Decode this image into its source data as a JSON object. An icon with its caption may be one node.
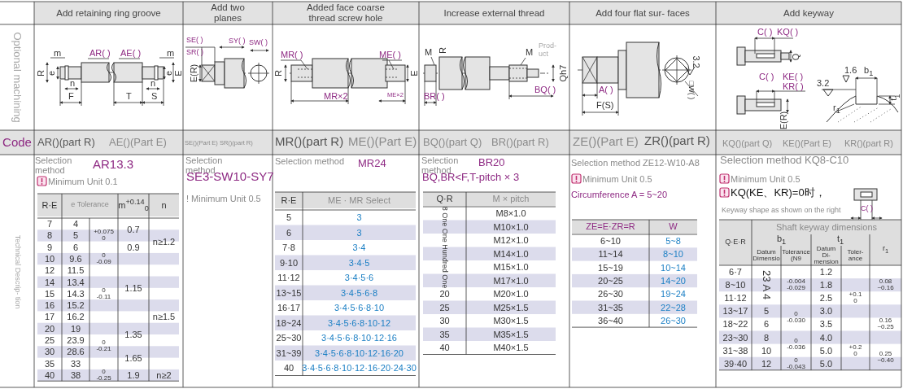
{
  "diagram": {
    "labels": [
      "Add retaining ring groove",
      "Add two planes",
      "Added face coarse thread screw hole",
      "Increase external thread",
      "Add four flat sur- faces",
      "Add keyway",
      "Optional machining",
      "m",
      "AR( )",
      "AE( )",
      "m",
      "R",
      "e",
      "n",
      "n",
      "F",
      "T",
      "S",
      "e",
      "E",
      "SE( )",
      "SR( )",
      "SY( )",
      "SW( )",
      "E(R)",
      "MR( )",
      "ME( )",
      "R",
      "E",
      "MR×2",
      "ME×2",
      "M",
      "R",
      "M",
      "Prod- uct",
      "Qh7",
      "BR( )",
      "BQ( )",
      "3.2",
      "□W( )",
      "A( )",
      "F(S)",
      "C( )",
      "KQ( )",
      "Q",
      "C( )",
      "KE( )",
      "KR( )",
      "1.6",
      "b$_{1}$",
      "3.2",
      "t$_{1}$",
      "r$_{1}$",
      "E(R)",
      "Code",
      "AR()(part R)",
      "AE()(Part E)",
      "SE()(Part E) SR()(part R)",
      "MR()(part R)",
      "ME()(Part E)",
      "BQ()(part Q)",
      "BR()(part R)",
      "ZE()(Part E)",
      "ZR()(part R)",
      "KQ()(part Q)",
      "KE()(Part E)",
      "KR()(part R)",
      "Technical Descrip- tion",
      "Selection method",
      "AR13.3",
      "Minimum Unit 0.1",
      "R·E",
      "e Tolerance",
      "m$^{+0.14}$$_{0}$",
      "n",
      "7",
      "4",
      "+0.075 0",
      "0.7",
      "n≥1.2",
      "8",
      "5",
      "9",
      "6",
      "0.9",
      "10",
      "9.6",
      "0 -0.09",
      "1.15",
      "12",
      "11.5",
      "0 -0.11",
      "n≥1.5",
      "14",
      "13.4",
      "15",
      "14.3",
      "16",
      "15.2",
      "17",
      "16.2",
      "20",
      "19",
      "0 -0.21",
      "1.35",
      "25",
      "23.9",
      "30",
      "28.6",
      "1.65",
      "35",
      "33",
      "40",
      "38",
      "0 -0.25",
      "1.9",
      "n≥2",
      "Selection method",
      "SE3-SW10-SY7",
      "! Minimum Unit 0.5",
      "Selection method",
      "MR24",
      "R·E",
      "ME · MR Select",
      "5",
      "3",
      "6",
      "3",
      "7·8",
      "3·4",
      "9·10",
      "3·4·5",
      "11·12",
      "3·4·5·6",
      "13~15",
      "3·4·5·6·8",
      "16·17",
      "3·4·5·6·8·10",
      "18~24",
      "3·4·5·6·8·10·12",
      "25~30",
      "3·4·5·6·8·10·12·16",
      "31~39",
      "3·4·5·6·8·10·12·16·20",
      "40",
      "3·4·5·6·8·10·12·16·20·24·30",
      "Selection method",
      "BR20",
      "BQ,BR<F,T-pitch × 3",
      "Q·R",
      "M × pitch",
      "8 One One Hundred One",
      "M8×1.0",
      "M10×1.0",
      "M12×1.0",
      "M14×1.0",
      "M15×1.0",
      "M17×1.0",
      "20",
      "M20×1.0",
      "25",
      "M25×1.5",
      "30",
      "M30×1.5",
      "35",
      "M35×1.5",
      "40",
      "M40×1.5",
      "Selection method ZE12-W10-A8",
      "Minimum Unit 0.5",
      "Circumference A = 5~20",
      "ZE=E·ZR=R",
      "W",
      "6~10",
      "5~8",
      "11~14",
      "8~10",
      "15~19",
      "10~14",
      "20~25",
      "14~20",
      "26~30",
      "19~24",
      "31~35",
      "22~28",
      "36~40",
      "26~30",
      "Selection method KQ8-C10",
      "Minimum Unit 0.5",
      "KQ(KE、KR)=0时，",
      "Keyway shape as shown on the right",
      "C( )",
      "Shaft keyway dimensions",
      "Q·E·R",
      "b$_{1}$",
      "t$_{1}$",
      "r$_{1}$",
      "Datum Dimensio",
      "Tolerance (N9",
      "Datum Di- mension",
      "Toler- ance",
      "6·7",
      "23 A 4",
      "-0.004 -0.029",
      "1.2",
      "+0.1 0",
      "0.08 ~0.16",
      "8~10",
      "1.8",
      "11·12",
      "2.5",
      "13~17",
      "5",
      "0 -0.030",
      "3.0",
      "0.16 ~0.25",
      "18~22",
      "6",
      "3.5",
      "23~30",
      "8",
      "0 -0.036",
      "4.0",
      "+0.2 0",
      "31~38",
      "10",
      "5.0",
      "0.25 ~0.40",
      "39·40",
      "12",
      "0 -0.043",
      "5.0"
    ]
  }
}
